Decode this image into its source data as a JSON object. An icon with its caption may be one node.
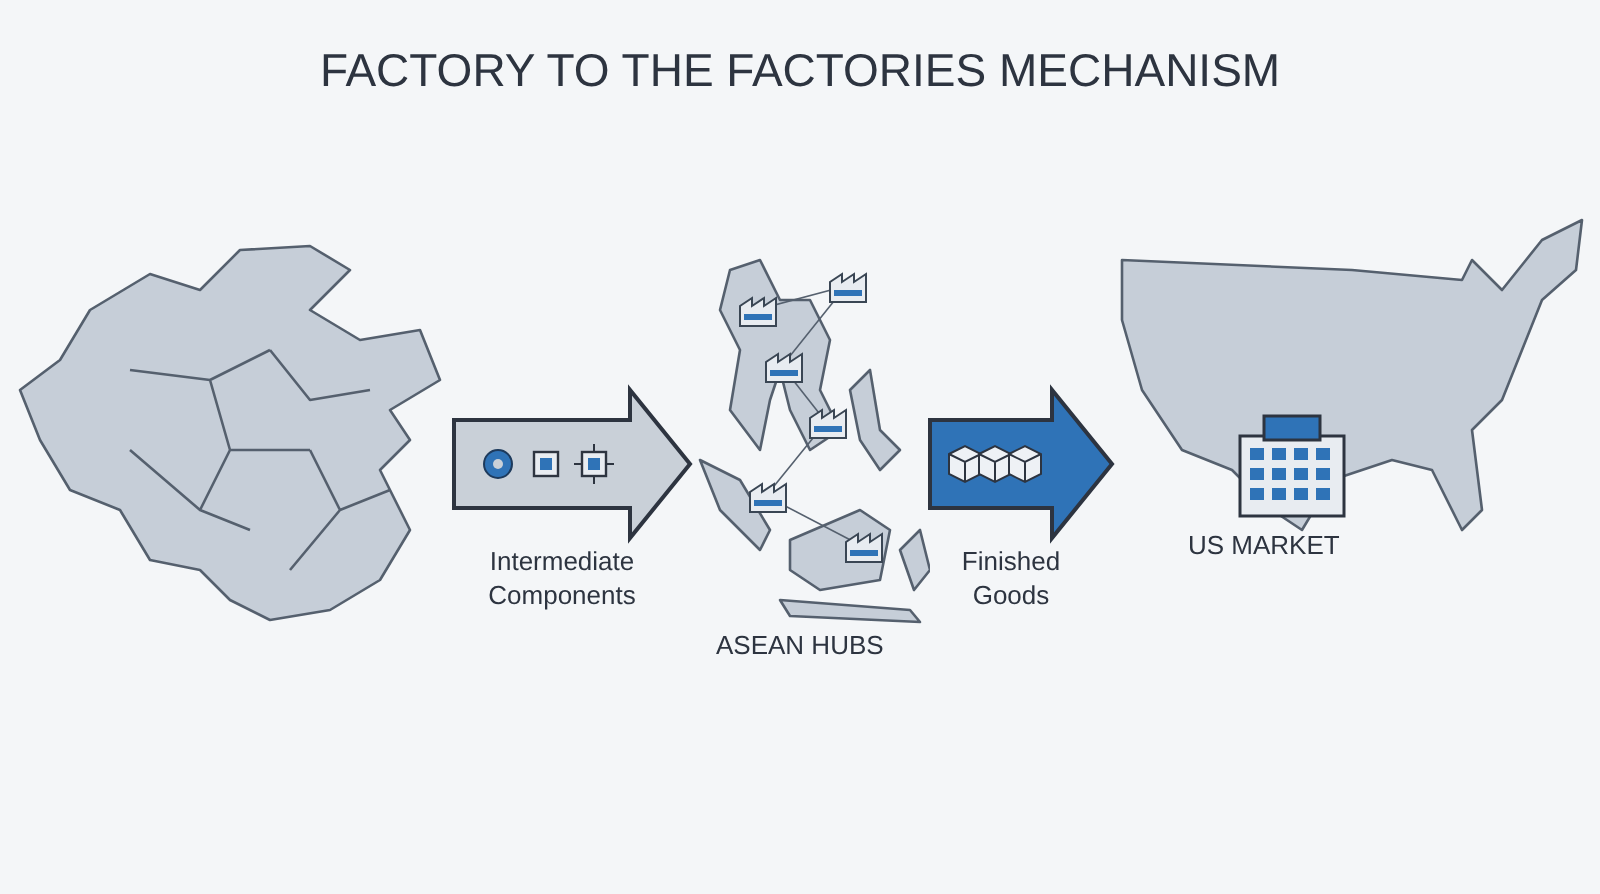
{
  "diagram": {
    "title": "FACTORY TO THE FACTORIES MECHANISM",
    "nodes": [
      {
        "text": [],
        "shape": "picture"
      },
      {
        "text": [
          "ASEAN HUBS"
        ]
      },
      {
        "text": [
          "US MARKET"
        ]
      }
    ],
    "edges": [
      {
        "from": 0,
        "to": 1,
        "arrow": "to",
        "label": "Intermediate Components",
        "style": "thick",
        "color": "#c9d0d8"
      },
      {
        "from": 1,
        "to": 2,
        "arrow": "to",
        "label": "Finished Goods",
        "style": "thick",
        "color": "#2f73b7"
      }
    ]
  }
}
